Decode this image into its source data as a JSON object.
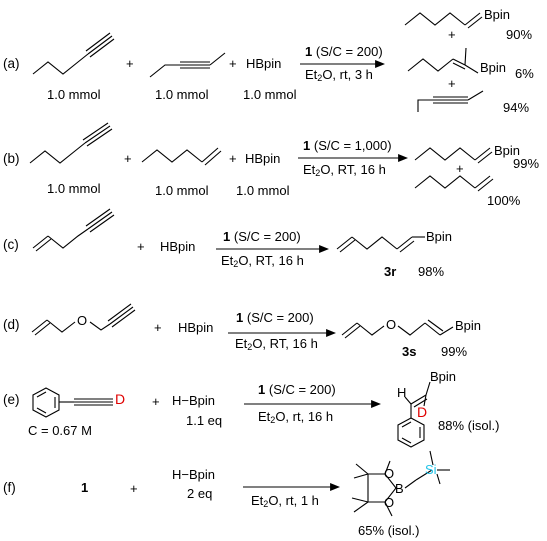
{
  "rows": {
    "a": {
      "label": "(a)",
      "reagent1": "HBpin",
      "amount1": "1.0 mmol",
      "amount2": "1.0 mmol",
      "amount3": "1.0 mmol",
      "cat_num": "1",
      "cat_text": "(S/C = 200)",
      "cond_solvent": "Et",
      "cond_sub": "2",
      "cond_rest": "O, rt, 3 h",
      "plus": "+",
      "p1_group": "Bpin",
      "p1_yield": "90%",
      "p2_group": "Bpin",
      "p2_yield": "6%",
      "p3_yield": "94%"
    },
    "b": {
      "label": "(b)",
      "reagent1": "HBpin",
      "amount1": "1.0 mmol",
      "amount2": "1.0 mmol",
      "amount3": "1.0 mmol",
      "cat_num": "1",
      "cat_text": "(S/C = 1,000)",
      "cond_solvent": "Et",
      "cond_sub": "2",
      "cond_rest": "O, RT, 16 h",
      "plus": "+",
      "p1_group": "Bpin",
      "p1_yield": "99%",
      "p2_yield": "100%"
    },
    "c": {
      "label": "(c)",
      "reagent1": "HBpin",
      "cat_num": "1",
      "cat_text": "(S/C = 200)",
      "cond_solvent": "Et",
      "cond_sub": "2",
      "cond_rest": "O, RT,  16 h",
      "plus": "+",
      "p_group": "Bpin",
      "p_id": "3r",
      "p_yield": "98%"
    },
    "d": {
      "label": "(d)",
      "reagent1": "HBpin",
      "atom_o": "O",
      "cat_num": "1",
      "cat_text": "(S/C = 200)",
      "cond_solvent": "Et",
      "cond_sub": "2",
      "cond_rest": "O, RT, 16 h",
      "plus": "+",
      "p_atom_o": "O",
      "p_group": "Bpin",
      "p_id": "3s",
      "p_yield": "99%"
    },
    "e": {
      "label": "(e)",
      "atom_d": "D",
      "conc": "C = 0.67 M",
      "reagent1": "H−Bpin",
      "reagent_eq": "1.1 eq",
      "cat_num": "1",
      "cat_text": "(S/C = 200)",
      "cond_solvent": "Et",
      "cond_sub": "2",
      "cond_rest": "O, rt, 16 h",
      "plus": "+",
      "p_h": "H",
      "p_group": "Bpin",
      "p_d": "D",
      "p_yield": "88% (isol.)"
    },
    "f": {
      "label": "(f)",
      "cat_num": "1",
      "plus": "+",
      "reagent1": "H−Bpin",
      "reagent_eq": "2 eq",
      "cond_solvent": "Et",
      "cond_sub": "2",
      "cond_rest": "O, rt, 1 h",
      "p_o1": "O",
      "p_o2": "O",
      "p_b": "B",
      "p_si": "Si",
      "p_yield": "65% (isol.)"
    }
  },
  "colors": {
    "deuterium": "#e00000",
    "silicon": "#22c4e8"
  }
}
